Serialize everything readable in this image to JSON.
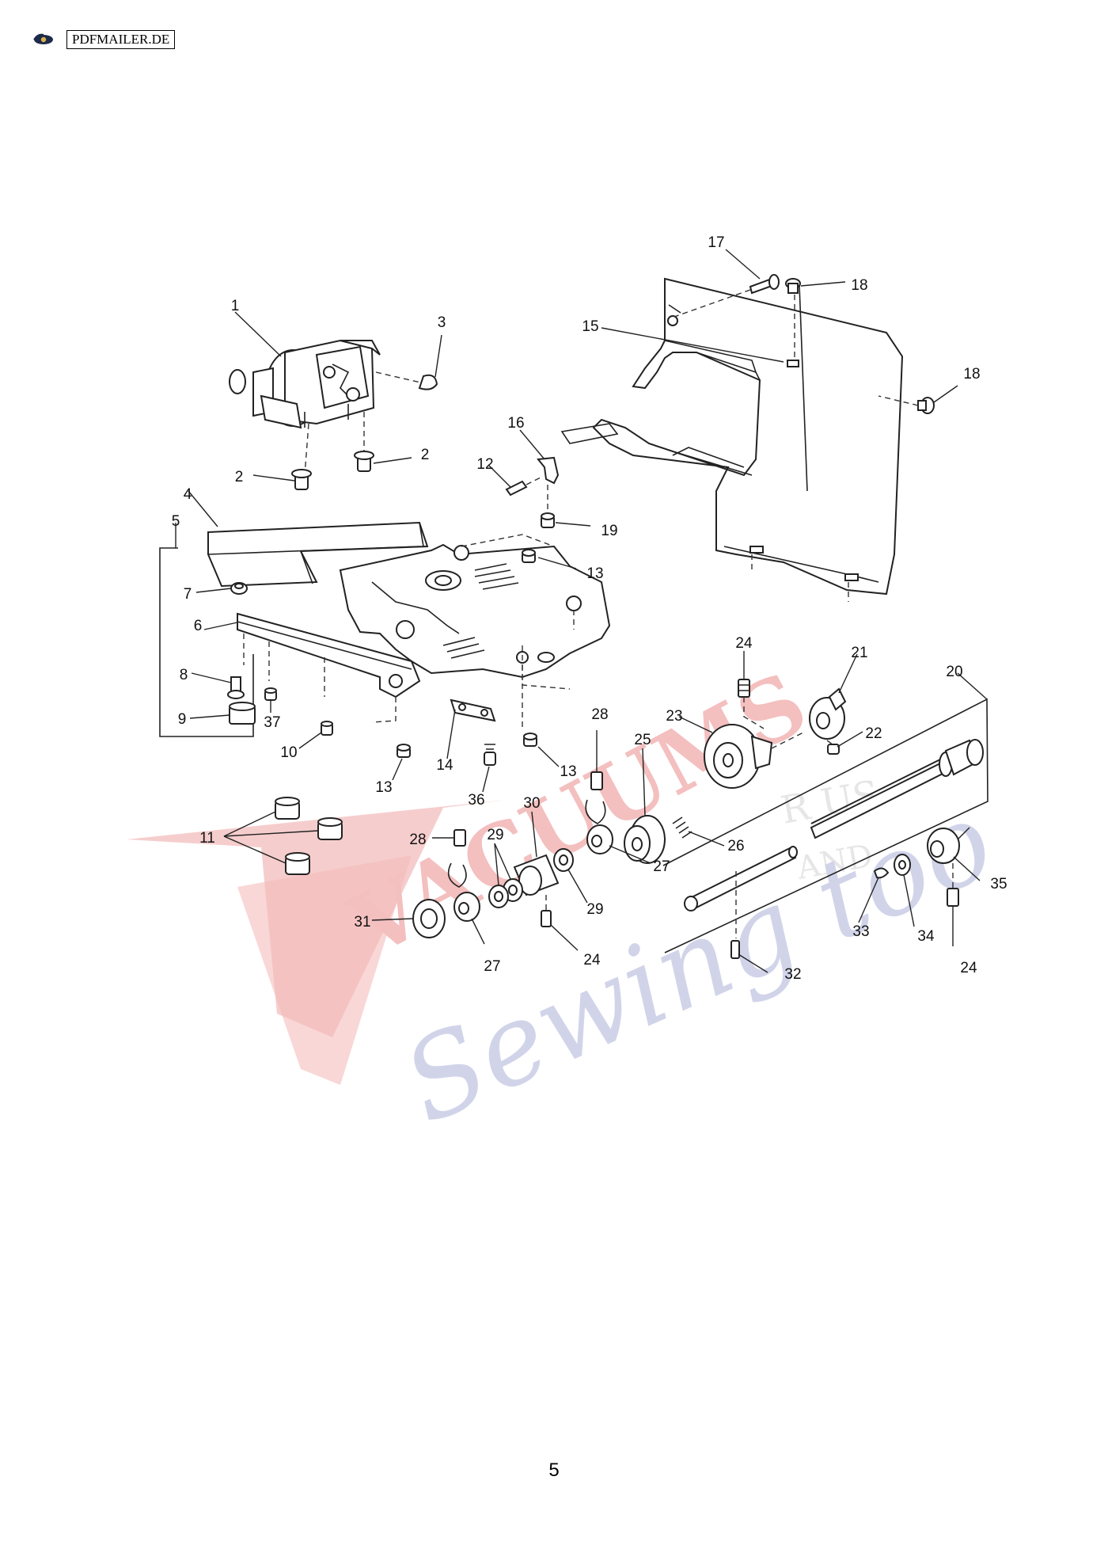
{
  "header": {
    "logo_icon": "pdfmailer-logo-icon",
    "badge_text": "PDFMAILER.DE"
  },
  "watermark": {
    "line1": "VACUUMS",
    "line2": "R US",
    "line3": "AND",
    "line4": "Sewing too",
    "colors": {
      "red": "#f3b8b8",
      "blue": "#c9cde6",
      "gray": "#dcdcdc"
    }
  },
  "callouts": [
    "1",
    "2",
    "2",
    "3",
    "4",
    "5",
    "6",
    "7",
    "8",
    "9",
    "10",
    "11",
    "12",
    "13",
    "13",
    "13",
    "13",
    "14",
    "15",
    "16",
    "17",
    "18",
    "18",
    "19",
    "20",
    "21",
    "22",
    "23",
    "24",
    "24",
    "24",
    "24",
    "25",
    "26",
    "27",
    "27",
    "28",
    "28",
    "29",
    "29",
    "30",
    "31",
    "32",
    "33",
    "34",
    "35",
    "36",
    "37"
  ],
  "page_number": "5"
}
